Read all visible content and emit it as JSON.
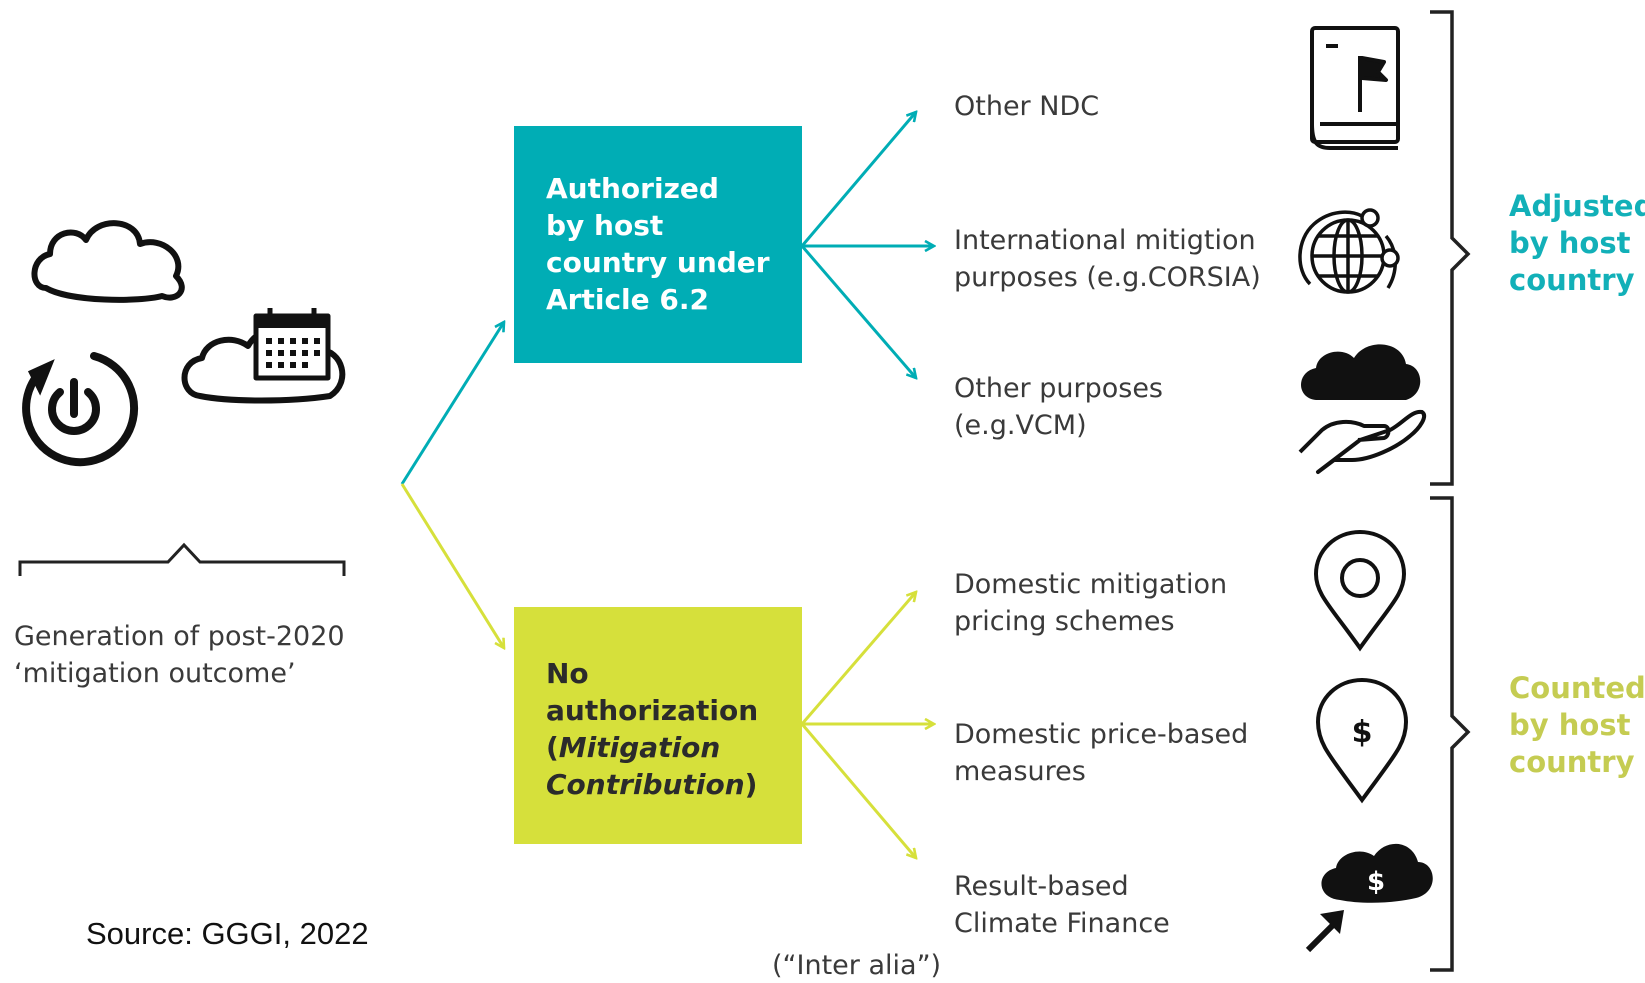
{
  "colors": {
    "teal": "#00adb5",
    "lime": "#d6e03b",
    "line": "#1a1a1a"
  },
  "source": "Source: GGGI, 2022",
  "generation": {
    "lines": [
      "Generation of post-2020",
      "‘mitigation outcome’"
    ]
  },
  "authorized": {
    "lines": [
      "Authorized",
      "by host",
      "country under",
      "Article 6.2"
    ]
  },
  "no_authorization": {
    "line1": "No",
    "line2": "authorization",
    "line3_open": "(",
    "line3_em": "Mitigation",
    "line4_em": "Contribution",
    "line4_close": ")"
  },
  "outcomes_top": [
    {
      "lines": [
        "Other NDC"
      ],
      "icon": "book-flag-icon"
    },
    {
      "lines": [
        "International mitigtion",
        "purposes (e.g.CORSIA)"
      ],
      "icon": "globe-plane-icon"
    },
    {
      "lines": [
        "Other purposes",
        "(e.g.VCM)"
      ],
      "icon": "cloud-hand-icon"
    }
  ],
  "outcomes_bottom": [
    {
      "lines": [
        "Domestic mitigation",
        "pricing schemes"
      ],
      "icon": "map-pin-icon"
    },
    {
      "lines": [
        "Domestic price-based",
        "measures"
      ],
      "icon": "dollar-pin-icon"
    },
    {
      "lines": [
        "Result-based",
        "Climate Finance"
      ],
      "icon": "dollar-cloud-arrow-icon"
    }
  ],
  "adjusted": {
    "lines": [
      "Adjusted",
      "by host",
      "country"
    ]
  },
  "counted": {
    "lines": [
      "Counted",
      "by host",
      "country"
    ]
  },
  "inter_alia": "(“Inter alia”)"
}
